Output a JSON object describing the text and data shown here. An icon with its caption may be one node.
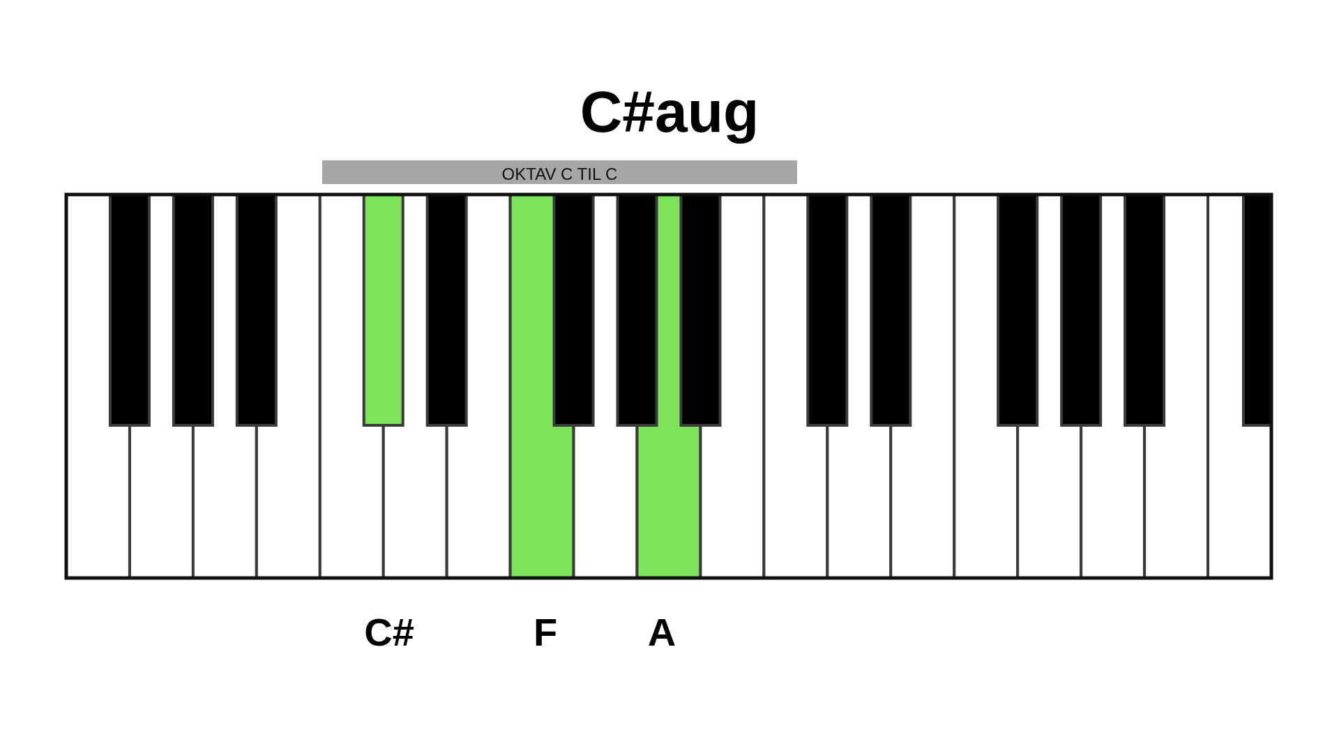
{
  "diagram": {
    "title": "C#aug",
    "labels": [
      "OKTAV C TIL C",
      "C#",
      "F",
      "A"
    ]
  }
}
